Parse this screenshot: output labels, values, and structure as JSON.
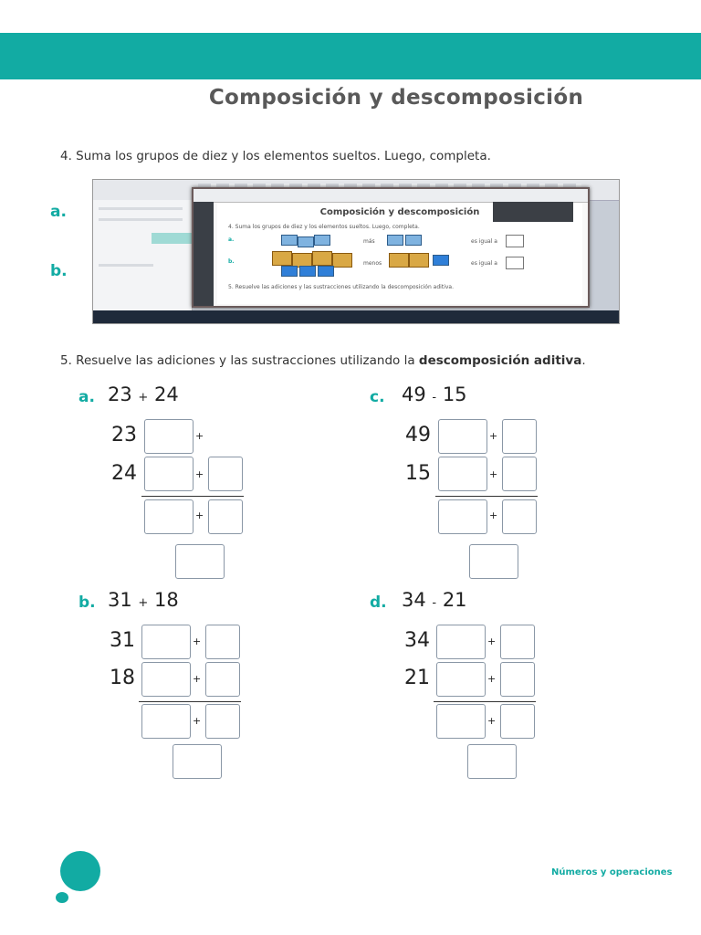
{
  "header": {
    "title": "Composición y descomposición"
  },
  "exercise4": {
    "instruction": "4. Suma los grupos de diez y los elementos sueltos. Luego, completa.",
    "label_a": "a.",
    "label_b": "b.",
    "screenshot": {
      "inner_title": "Composición y descomposición",
      "inner_line1": "4. Suma los grupos de diez y los elementos sueltos. Luego, completa.",
      "inner_line2": "5. Resuelve las adiciones y las sustracciones utilizando la descomposición aditiva.",
      "inner_a": "a.",
      "inner_b": "b.",
      "inner_mas": "más",
      "inner_menos": "menos",
      "inner_igual_a1": "es igual a",
      "inner_igual_a2": "es igual a"
    }
  },
  "exercise5": {
    "instruction_pre": "5. Resuelve las adiciones y las sustracciones utilizando la ",
    "instruction_bold": "descomposición aditiva",
    "instruction_post": ".",
    "problems": [
      {
        "letter": "a.",
        "n1": "23",
        "op": "+",
        "n2": "24",
        "row1": "23",
        "row2": "24"
      },
      {
        "letter": "b.",
        "n1": "31",
        "op": "+",
        "n2": "18",
        "row1": "31",
        "row2": "18"
      },
      {
        "letter": "c.",
        "n1": "49",
        "op": "-",
        "n2": "15",
        "row1": "49",
        "row2": "15"
      },
      {
        "letter": "d.",
        "n1": "34",
        "op": "-",
        "n2": "21",
        "row1": "34",
        "row2": "21"
      }
    ],
    "eq_sign": "=",
    "plus_sign": "+"
  },
  "footer": {
    "text": "Números y operaciones"
  },
  "colors": {
    "accent": "#12aba3",
    "title": "#595959"
  }
}
